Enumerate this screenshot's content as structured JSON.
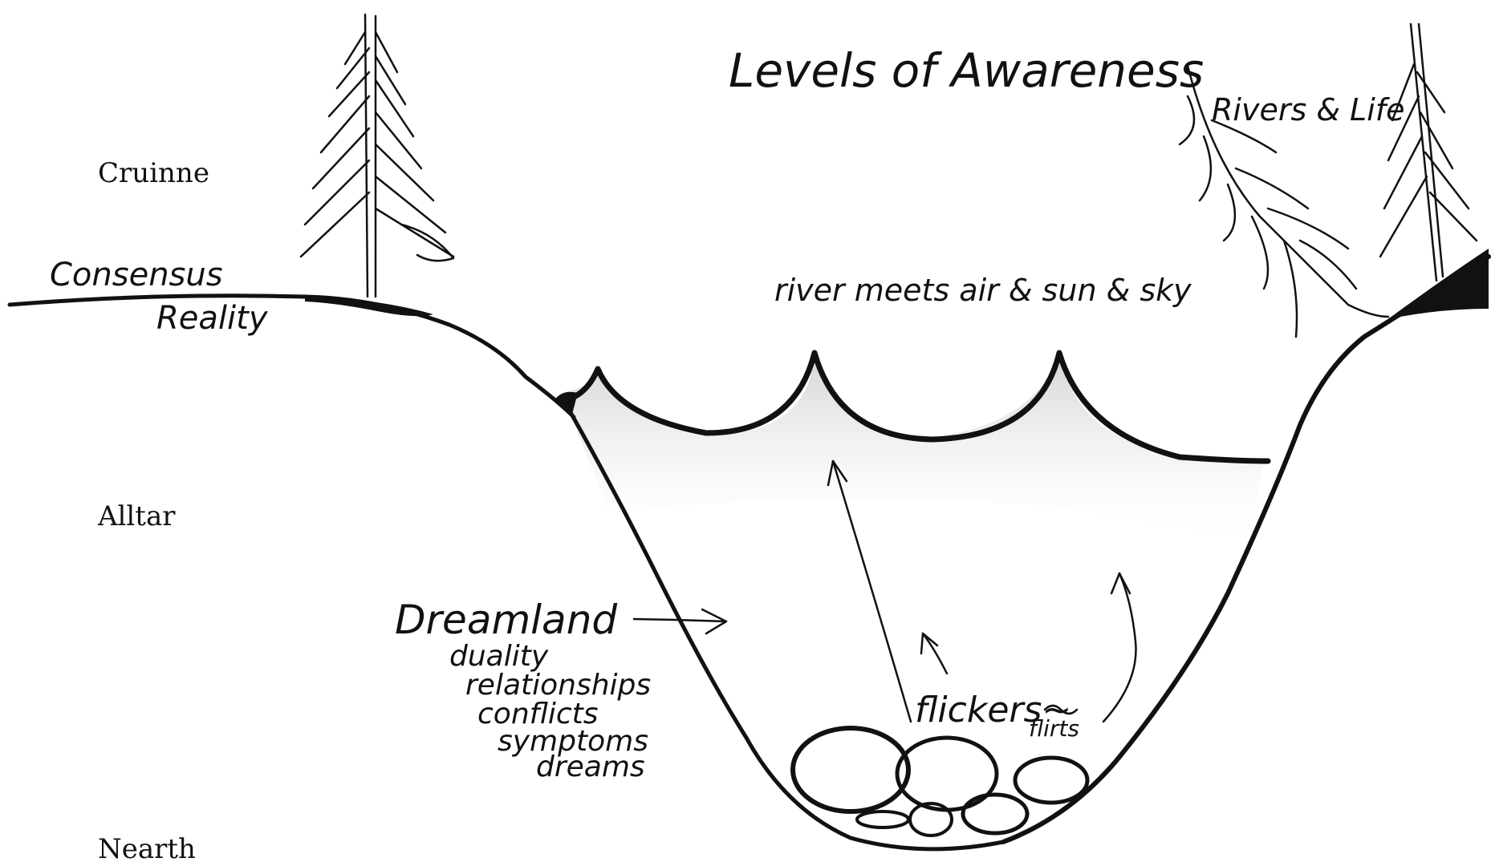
{
  "title": "Levels of Awareness",
  "subtitle": "Rivers & Life",
  "levels": {
    "top": "Cruinne",
    "middle": "Alltar",
    "bottom": "Nearth"
  },
  "labels": {
    "consensus": "Consensus",
    "reality": "Reality",
    "surface": "river meets air & sun & sky",
    "dreamland": "Dreamland",
    "flickers": "flickers~",
    "flirts": "flirts"
  },
  "dreamland_items": [
    "duality",
    "relationships",
    "conflicts",
    "symptoms",
    "dreams"
  ],
  "colors": {
    "ink": "#111111",
    "water": "#d9d9d9",
    "paper": "#ffffff"
  }
}
